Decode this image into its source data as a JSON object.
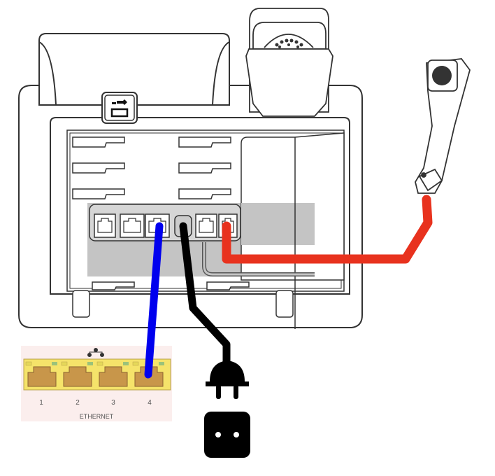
{
  "diagram": {
    "title": "IP phone connection diagram",
    "phone": {
      "name": "ip-phone-rear-view",
      "ports": [
        "handset",
        "headset",
        "ethernet-pc",
        "ethernet-internet",
        "power-dc",
        "ext",
        "handset-rj9"
      ]
    },
    "switch": {
      "label": "ETHERNET",
      "ports": [
        "1",
        "2",
        "3",
        "4"
      ],
      "connected_port": "4",
      "body_color": "#f5e36a",
      "port_color": "#c8964a",
      "background_color": "#fbeeed"
    },
    "cables": [
      {
        "name": "ethernet-cable",
        "color": "#0000ee",
        "from": "phone ethernet port",
        "to": "switch port 4"
      },
      {
        "name": "power-cable",
        "color": "#000000",
        "from": "phone power port",
        "to": "power plug"
      },
      {
        "name": "handset-cable",
        "color": "#e8321e",
        "from": "phone handset port",
        "to": "handset"
      }
    ],
    "icons": {
      "usb": "usb-icon",
      "plug": "power-plug-icon",
      "socket": "power-socket-icon",
      "network": "network-icon"
    }
  }
}
